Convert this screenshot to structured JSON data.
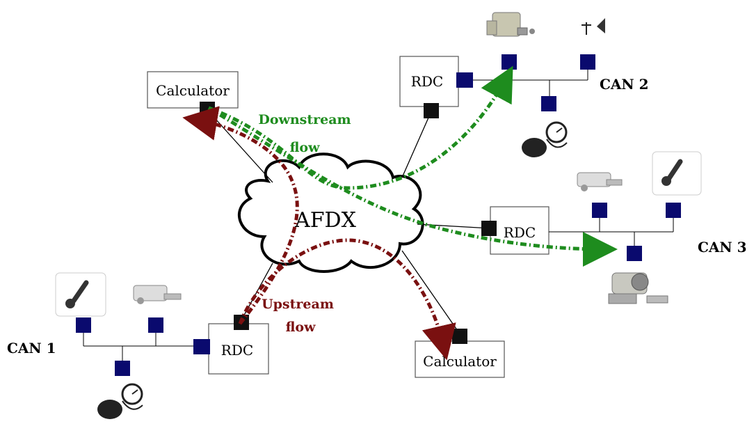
{
  "network": {
    "label": "AFDX"
  },
  "nodes": {
    "calculator_top": "Calculator",
    "calculator_bottom": "Calculator",
    "rdc_top": "RDC",
    "rdc_middle": "RDC",
    "rdc_bottom": "RDC"
  },
  "buses": {
    "can1": "CAN 1",
    "can2": "CAN 2",
    "can3": "CAN 3"
  },
  "flows": {
    "downstream": {
      "line1": "Downstream",
      "line2": "flow",
      "color": "#1e8c1e"
    },
    "upstream": {
      "line1": "Upstream",
      "line2": "flow",
      "color": "#7a1010"
    }
  },
  "colors": {
    "switch_port": "#111111",
    "can_node": "#0a0a6e",
    "link": "#000000"
  },
  "icons": [
    "thermometer-icon",
    "valve-icon",
    "pressure-gauge-icon",
    "actuator-icon",
    "antenna-icon"
  ]
}
